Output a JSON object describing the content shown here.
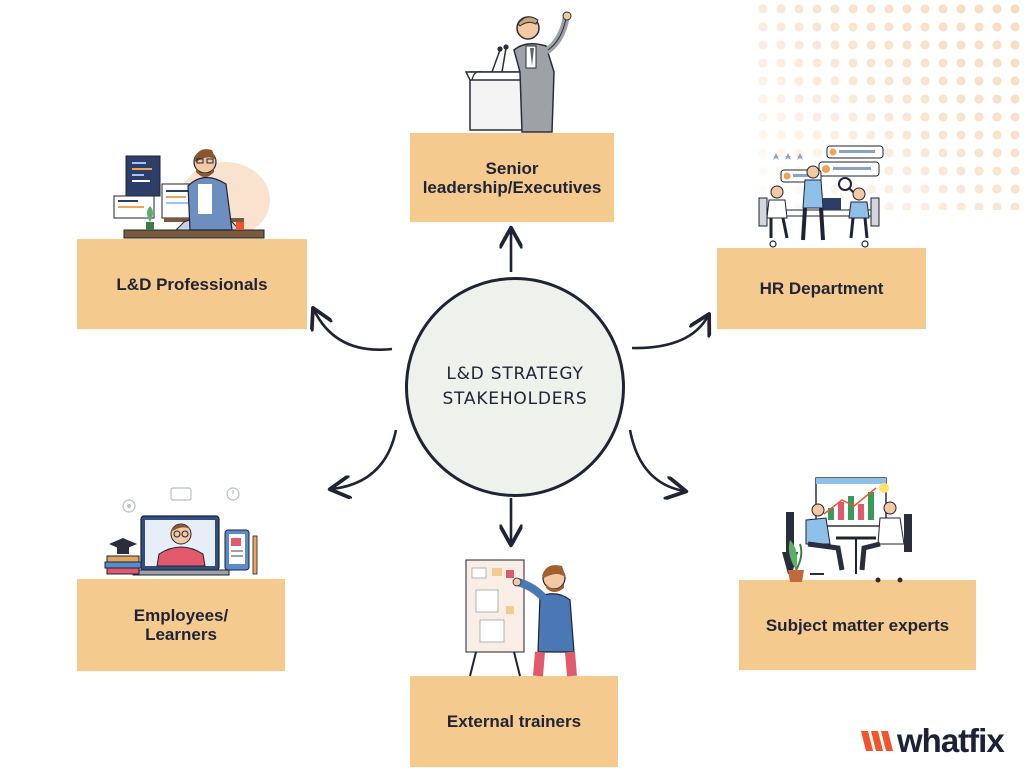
{
  "diagram": {
    "center": {
      "label": "L&D STRATEGY\nSTAKEHOLDERS"
    },
    "nodes": [
      {
        "id": "senior-leadership",
        "label": "Senior\nleadership/Executives"
      },
      {
        "id": "ld-professionals",
        "label": "L&D Professionals"
      },
      {
        "id": "hr-department",
        "label": "HR Department"
      },
      {
        "id": "employees-learners",
        "label": "Employees/\nLearners"
      },
      {
        "id": "external-trainers",
        "label": "External trainers"
      },
      {
        "id": "subject-matter-experts",
        "label": "Subject matter experts"
      }
    ]
  },
  "brand": {
    "name": "whatfix",
    "logo_icon": "chevron-logo-icon"
  },
  "colors": {
    "box_fill": "#f5ca8f",
    "ink": "#1f2333",
    "center_fill": "#eef1ec",
    "brand_orange": "#f2542d",
    "brand_text": "#1c2137",
    "dot_pattern": "#f4cba0"
  },
  "icons": {
    "leadership": "speaker-at-podium-icon",
    "ld": "developer-at-desk-icon",
    "hr": "team-meeting-icon",
    "employees": "learner-with-laptop-icon",
    "trainers": "trainer-at-whiteboard-icon",
    "sme": "experts-reviewing-chart-icon"
  }
}
